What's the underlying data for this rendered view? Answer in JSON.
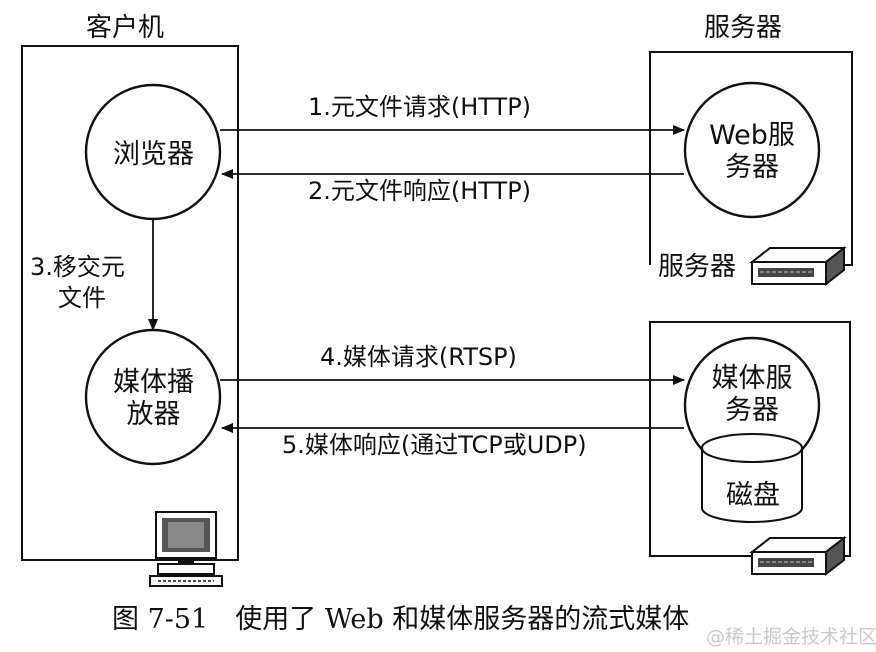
{
  "client": {
    "title": "客户机",
    "browser": "浏览器",
    "media_player_line1": "媒体播",
    "media_player_line2": "放器",
    "step3_line1": "3.移交元",
    "step3_line2": "文件"
  },
  "server_group": {
    "title": "服务器",
    "web_server_line1": "Web服",
    "web_server_line2": "务器",
    "machine_label": "服务器"
  },
  "media_server": {
    "line1": "媒体服",
    "line2": "务器",
    "disk": "磁盘"
  },
  "messages": {
    "m1": "1.元文件请求(HTTP)",
    "m2": "2.元文件响应(HTTP)",
    "m4": "4.媒体请求(RTSP)",
    "m5": "5.媒体响应(通过TCP或UDP)"
  },
  "caption": "图 7-51　使用了 Web 和媒体服务器的流式媒体",
  "watermark": "@稀土掘金技术社区"
}
